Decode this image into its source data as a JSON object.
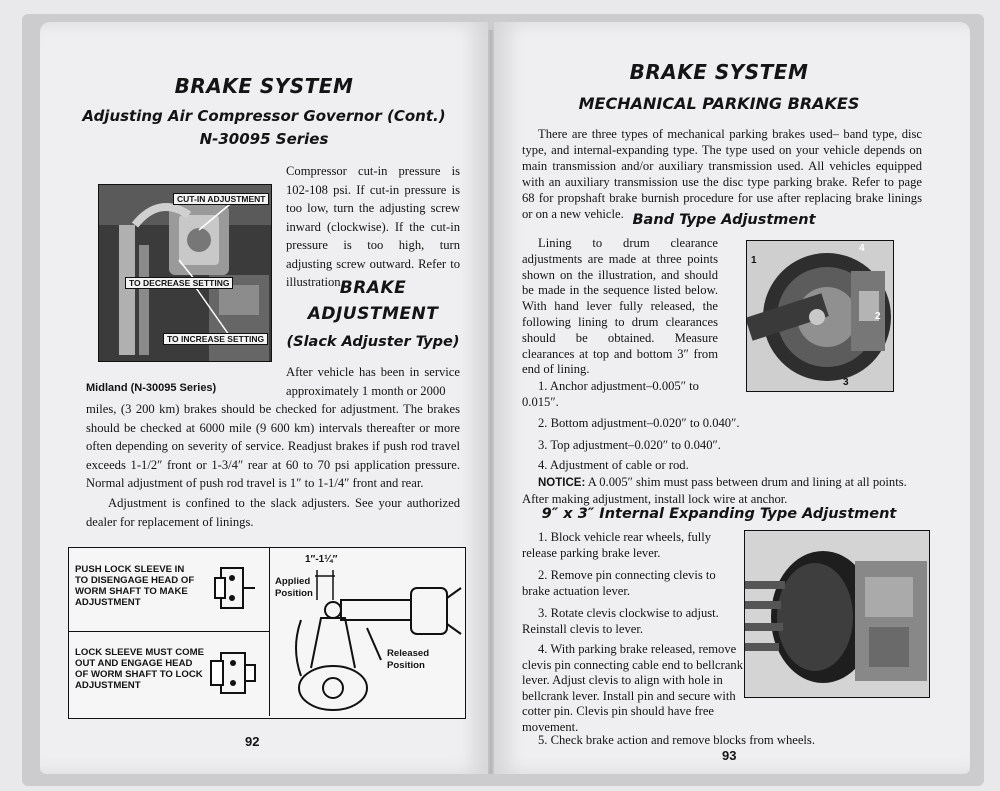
{
  "left_page": {
    "title": "BRAKE SYSTEM",
    "subtitle": "Adjusting Air Compressor Governor (Cont.)",
    "series": "N-30095 Series",
    "intro_text": "Compressor cut-in pressure is 102-108 psi. If cut-in pressure is too low, turn the adjusting screw inward (clockwise). If the cut-in pressure is too high, turn adjusting screw outward. Refer to illustration.",
    "photo_labels": {
      "cut_in": "CUT-IN ADJUSTMENT",
      "decrease": "TO DECREASE SETTING",
      "increase": "TO INCREASE SETTING"
    },
    "photo_caption": "Midland (N-30095 Series)",
    "section_title_1": "BRAKE",
    "section_title_2": "ADJUSTMENT",
    "section_subtitle": "(Slack Adjuster Type)",
    "para1_lead": "After vehicle has been in service approximately 1 month or 2000",
    "para1_rest": "miles, (3 200 km) brakes should be checked for adjustment. The brakes should be checked at 6000 mile (9 600 km) intervals thereafter or more often depending on severity of service. Readjust brakes if push rod travel exceeds 1-1/2″ front or 1-3/4″ rear at 60 to 70 psi application pressure. Normal adjustment of push rod travel is 1″ to 1-1/4″ front and rear.",
    "para2": "Adjustment is confined to the slack adjusters. See your authorized dealer for replacement of linings.",
    "diagram": {
      "box1": "PUSH LOCK SLEEVE IN TO DISENGAGE HEAD OF WORM SHAFT TO MAKE ADJUSTMENT",
      "box2": "LOCK SLEEVE MUST COME OUT AND ENGAGE HEAD OF WORM SHAFT TO LOCK ADJUSTMENT",
      "dimension": "1″-1¼″",
      "applied_1": "Applied",
      "applied_2": "Position",
      "released_1": "Released",
      "released_2": "Position"
    },
    "page_number": "92"
  },
  "right_page": {
    "title": "BRAKE SYSTEM",
    "subtitle": "MECHANICAL PARKING BRAKES",
    "intro": "There are three types of mechanical parking brakes used– band type, disc type, and internal-expanding type. The type used on your vehicle depends on main transmission and/or auxiliary transmission used. All vehicles equipped with an auxiliary transmission use the disc type parking brake. Refer to page 68 for propshaft brake burnish procedure for use after replacing brake linings or on a new vehicle.",
    "band_title": "Band Type Adjustment",
    "band_text": "Lining to drum clearance adjustments are made at three points shown on the illustration, and should be made in the sequence listed below. With hand lever fully released, the following lining to drum clearances should be obtained. Measure clearances at top and bottom 3″ from end of lining.",
    "band_steps": [
      "1. Anchor adjustment–0.005″ to 0.015″.",
      "2. Bottom adjustment–0.020″ to 0.040″.",
      "3. Top adjustment–0.020″ to 0.040″.",
      "4. Adjustment of cable or rod."
    ],
    "photo_callouts": [
      "4",
      "1",
      "2",
      "3"
    ],
    "notice_label": "NOTICE:",
    "notice_text": "A 0.005″ shim must pass between drum and lining at all points. After making adjustment, install lock wire at anchor.",
    "internal_title": "9″ x 3″ Internal Expanding Type Adjustment",
    "internal_steps": [
      "1. Block vehicle rear wheels, fully release parking brake lever.",
      "2. Remove pin connecting clevis to brake actuation lever.",
      "3. Rotate clevis clockwise to adjust. Reinstall clevis to lever.",
      "4. With parking brake released, remove clevis pin connecting cable end to bellcrank lever. Adjust clevis to align with hole in bellcrank lever. Install pin and secure with cotter pin. Clevis pin should have free movement.",
      "5. Check brake action and remove blocks from wheels."
    ],
    "page_number": "93"
  }
}
